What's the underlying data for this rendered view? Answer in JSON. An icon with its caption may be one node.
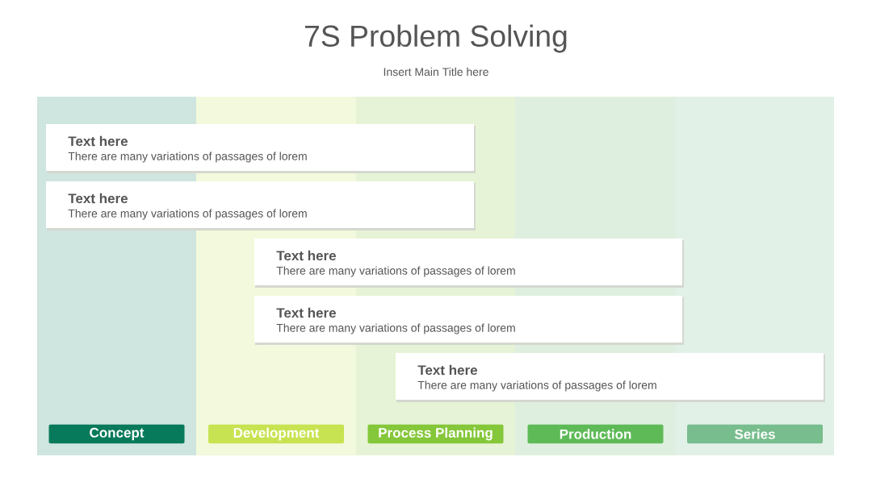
{
  "diagram": {
    "title": "7S Problem Solving",
    "nodes": [
      {
        "text": [
          "Text here",
          "There are many variations of passages of lorem"
        ]
      },
      {
        "text": [
          "Text here",
          "There are many variations of passages of lorem"
        ]
      },
      {
        "text": [
          "Text here",
          "There are many variations of passages of lorem"
        ]
      },
      {
        "text": [
          "Text here",
          "There are many variations of passages of lorem"
        ]
      },
      {
        "text": [
          "Text here",
          "There are many variations of passages of lorem"
        ]
      },
      {
        "text": [
          "Concept"
        ]
      },
      {
        "text": [
          "Development"
        ]
      },
      {
        "text": [
          "Process Planning"
        ]
      },
      {
        "text": [
          "Production"
        ]
      },
      {
        "text": [
          "Series"
        ]
      }
    ],
    "edges": [],
    "labels": [
      "Insert Main Title here"
    ]
  }
}
